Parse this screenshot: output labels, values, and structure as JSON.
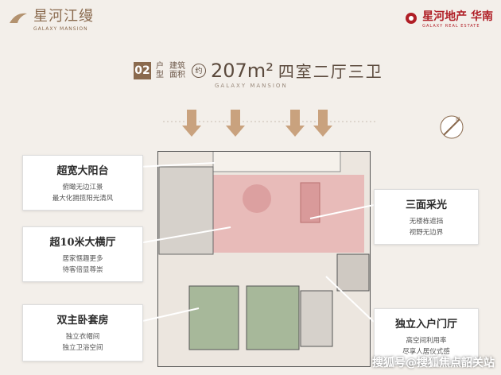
{
  "brand_left": {
    "name": "星河江缦",
    "sub": "GALAXY MANSION"
  },
  "brand_right": {
    "name": "星河地产 华南",
    "sub": "GALAXY REAL ESTATE"
  },
  "heading": {
    "unit_no": "02",
    "unit_word": "户型",
    "area_word": "建筑面积",
    "approx": "约",
    "area": "207m²",
    "rooms": "四室二厅三卫",
    "subtitle": "GALAXY MANSION"
  },
  "callouts": [
    {
      "title": "超宽大阳台",
      "lines": [
        "俯瞰无边江景",
        "最大化拥揽阳光清风"
      ]
    },
    {
      "title": "超10米大横厅",
      "lines": [
        "居家惬趣更多",
        "待客倍显尊崇"
      ]
    },
    {
      "title": "双主卧套房",
      "lines": [
        "独立衣帽间",
        "独立卫浴空间"
      ]
    },
    {
      "title": "三面采光",
      "lines": [
        "无楼栋遮挡",
        "视野无边界"
      ]
    },
    {
      "title": "独立入户门厅",
      "lines": [
        "高空间利用率",
        "尽享人居仪式感"
      ]
    }
  ],
  "watermark": "搜狐号@搜狐焦点韶关站",
  "colors": {
    "accent": "#8a6a4e",
    "brand_red": "#b01e26",
    "living_zone": "#e8b3b3",
    "bedroom_zone": "#a7b89a"
  }
}
